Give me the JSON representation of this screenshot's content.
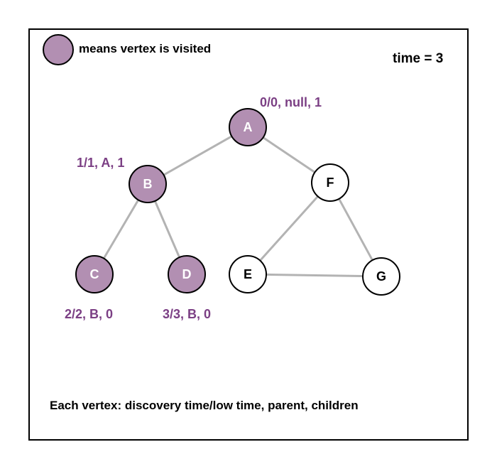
{
  "legend": {
    "text": "means vertex is visited"
  },
  "time": "time = 3",
  "footer": "Each vertex: discovery time/low time, parent, children",
  "colors": {
    "visited_fill": "#b28fb2",
    "unvisited_fill": "#ffffff",
    "annotation": "#7b3f84",
    "edge": "#b3b3b3",
    "outline": "#000000"
  },
  "vertices": [
    {
      "id": "A",
      "visited": true,
      "info": "0/0, null, 1"
    },
    {
      "id": "B",
      "visited": true,
      "info": "1/1, A, 1"
    },
    {
      "id": "C",
      "visited": true,
      "info": "2/2, B, 0"
    },
    {
      "id": "D",
      "visited": true,
      "info": "3/3, B, 0"
    },
    {
      "id": "E",
      "visited": false,
      "info": ""
    },
    {
      "id": "F",
      "visited": false,
      "info": ""
    },
    {
      "id": "G",
      "visited": false,
      "info": ""
    }
  ],
  "edges": [
    [
      "A",
      "B"
    ],
    [
      "A",
      "F"
    ],
    [
      "B",
      "C"
    ],
    [
      "B",
      "D"
    ],
    [
      "F",
      "E"
    ],
    [
      "F",
      "G"
    ],
    [
      "E",
      "G"
    ]
  ]
}
